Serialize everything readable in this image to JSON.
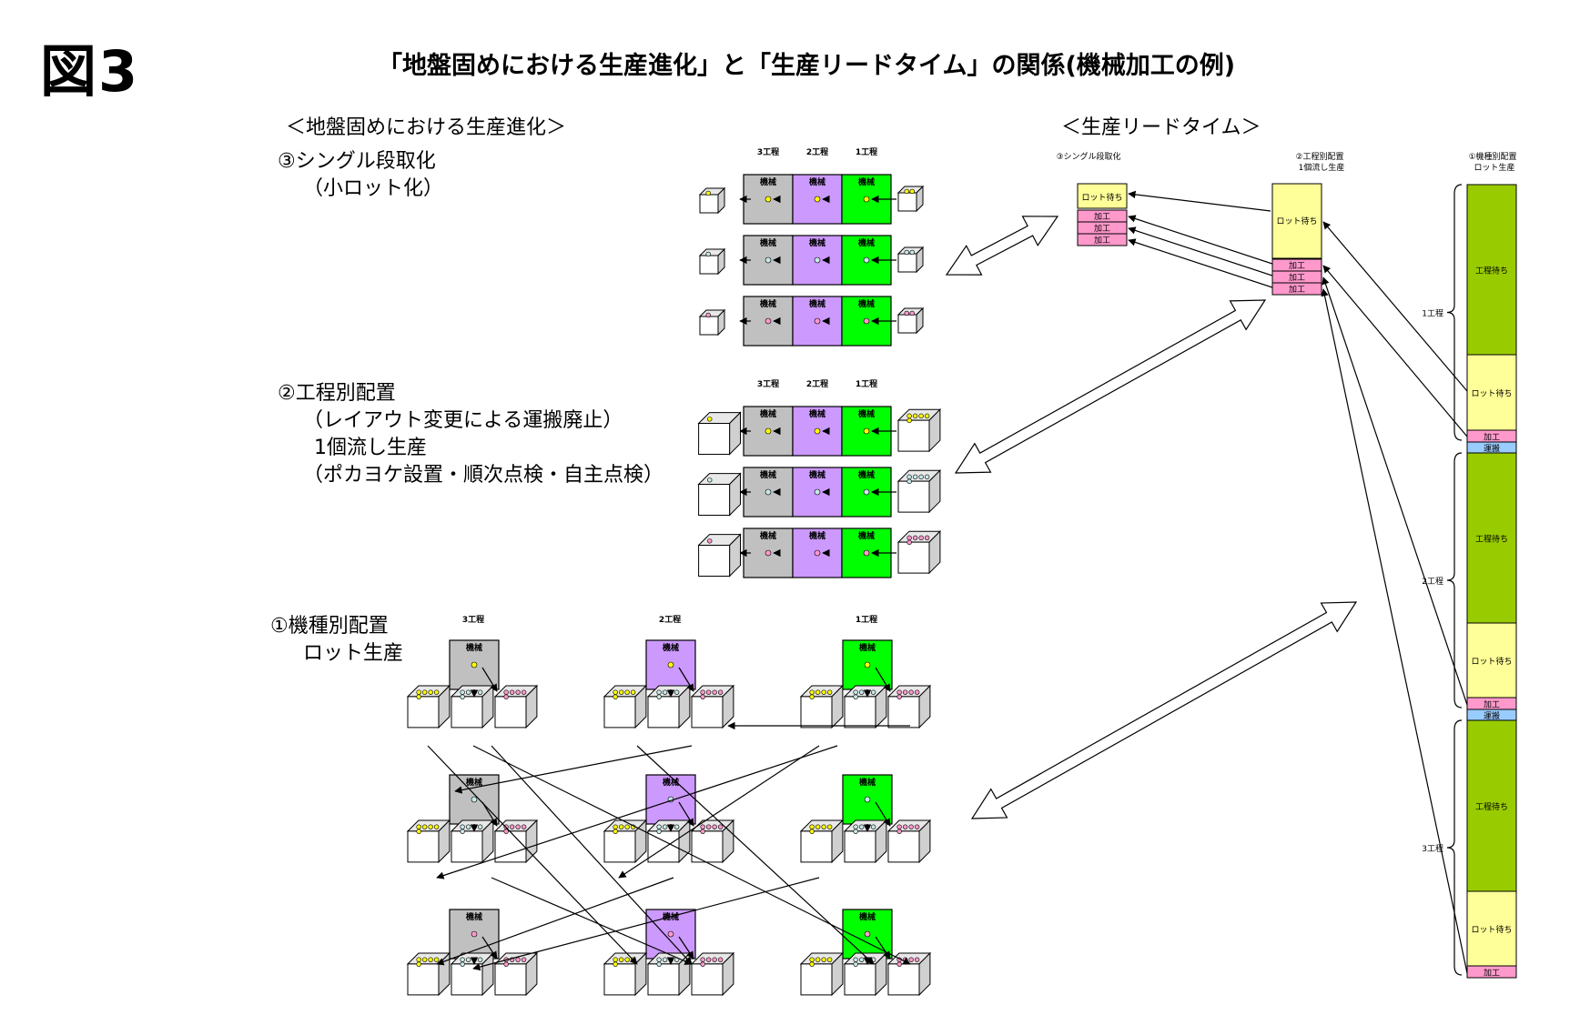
{
  "figure_label": "図3",
  "title": "「地盤固めにおける生産進化」と「生産リードタイム」の関係(機械加工の例)",
  "left_section_title": "＜地盤固めにおける生産進化＞",
  "right_section_title": "＜生産リードタイム＞",
  "stages": {
    "stage3": {
      "line1": "③シングル段取化",
      "line2": "（小ロット化）"
    },
    "stage2": {
      "line1": "②工程別配置",
      "line2": "（レイアウト変更による運搬廃止）",
      "line3": "1個流し生産",
      "line4": "（ポカヨケ設置・順次点検・自主点検）"
    },
    "stage1": {
      "line1": "①機種別配置",
      "line2": "ロット生産"
    }
  },
  "process_headers": [
    "3工程",
    "2工程",
    "1工程"
  ],
  "machine_label": "機械",
  "colors": {
    "proc3": "#c0c0c0",
    "proc2": "#cc99ff",
    "proc1": "#00ff00",
    "lot_wait": "#ffff99",
    "process": "#ff99cc",
    "transport": "#99ccff",
    "proc_wait": "#99cc00"
  },
  "right_columns": {
    "col_single": {
      "header": "③シングル段取化",
      "lot_wait": "ロット待ち",
      "process": "加工"
    },
    "col_flow": {
      "header1": "②工程別配置",
      "header2": "1個流し生産",
      "lot_wait": "ロット待ち",
      "process": "加工"
    },
    "col_lot": {
      "header1": "①機種別配置",
      "header2": "ロット生産",
      "proc_wait": "工程待ち",
      "lot_wait": "ロット待ち",
      "process": "加工",
      "transport": "運搬"
    }
  },
  "brace_labels": [
    "1工程",
    "2工程",
    "3工程"
  ]
}
